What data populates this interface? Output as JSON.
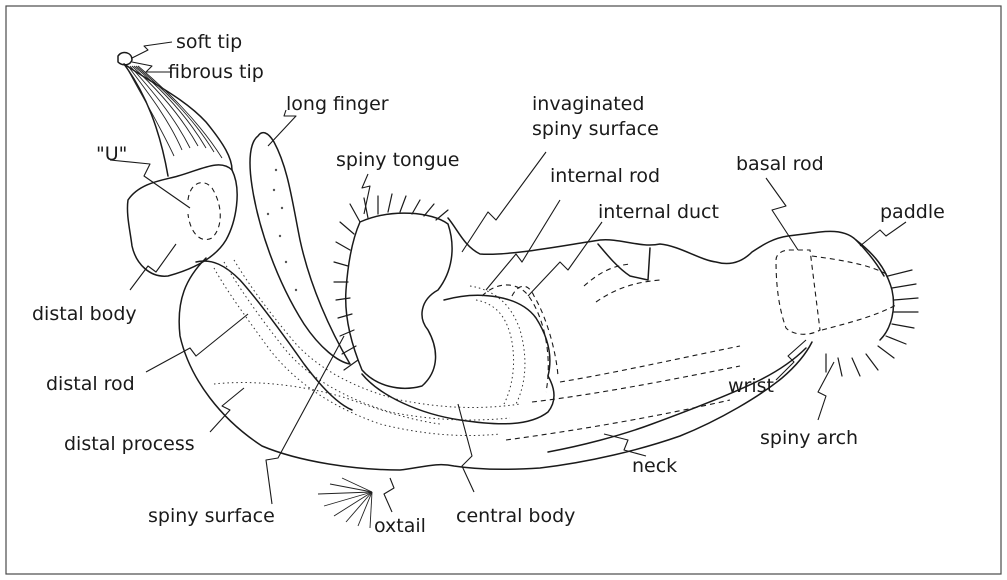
{
  "labels": {
    "soft_tip": "soft tip",
    "fibrous_tip": "fibrous tip",
    "u": "\"U\"",
    "long_finger": "long finger",
    "spiny_tongue": "spiny tongue",
    "invaginated_1": "invaginated",
    "invaginated_2": "spiny surface",
    "internal_rod": "internal rod",
    "internal_duct": "internal duct",
    "basal_rod": "basal rod",
    "paddle": "paddle",
    "distal_body": "distal body",
    "distal_rod": "distal rod",
    "distal_process": "distal process",
    "spiny_surface": "spiny surface",
    "oxtail": "oxtail",
    "central_body": "central body",
    "neck": "neck",
    "wrist": "wrist",
    "spiny_arch": "spiny arch"
  }
}
